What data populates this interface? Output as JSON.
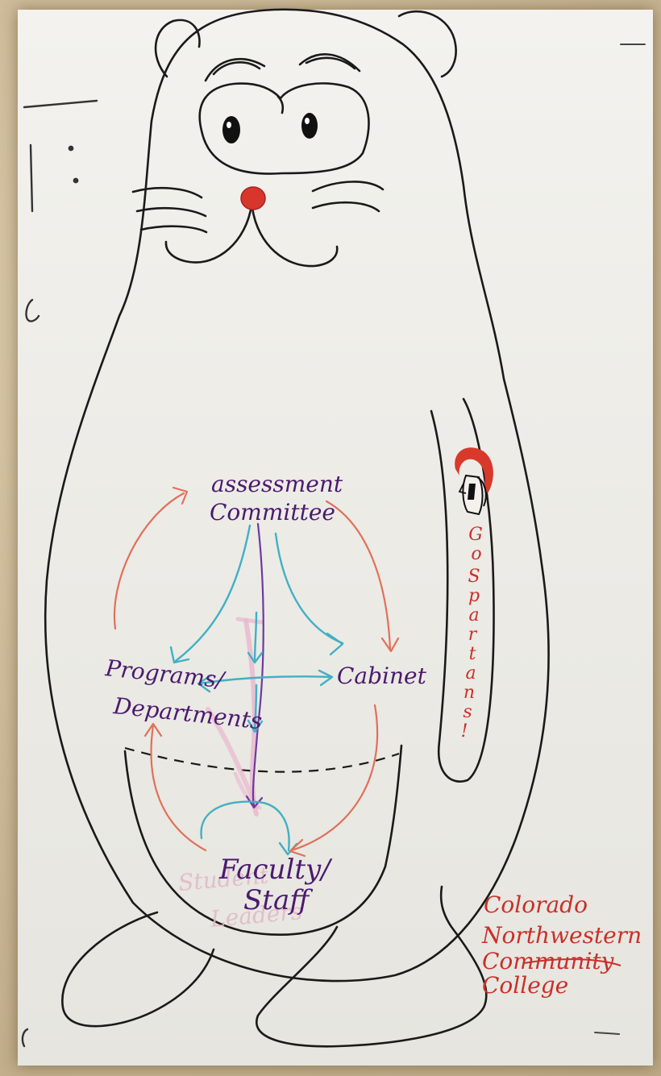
{
  "diagram": {
    "nodes": {
      "assessment_committee": [
        "assessment",
        "Committee"
      ],
      "programs_departments": [
        "Programs/",
        "Departments"
      ],
      "cabinet": "Cabinet",
      "faculty_staff": [
        "Faculty/",
        "Staff"
      ]
    },
    "arm_text": [
      "G",
      "o",
      "S",
      "p",
      "a",
      "r",
      "t",
      "a",
      "n",
      "s",
      "!"
    ],
    "college_text": [
      "Colorado",
      "Northwestern",
      "Community",
      "College"
    ],
    "faint_text": [
      "Student",
      "Leaders"
    ]
  },
  "colors": {
    "ink": "#1a1a1a",
    "purple": "#4b1a6e",
    "teal": "#41b0c4",
    "orange": "#e0705a",
    "red": "#c9302a",
    "pink": "#e3a2c0",
    "nose": "#d6372a"
  }
}
